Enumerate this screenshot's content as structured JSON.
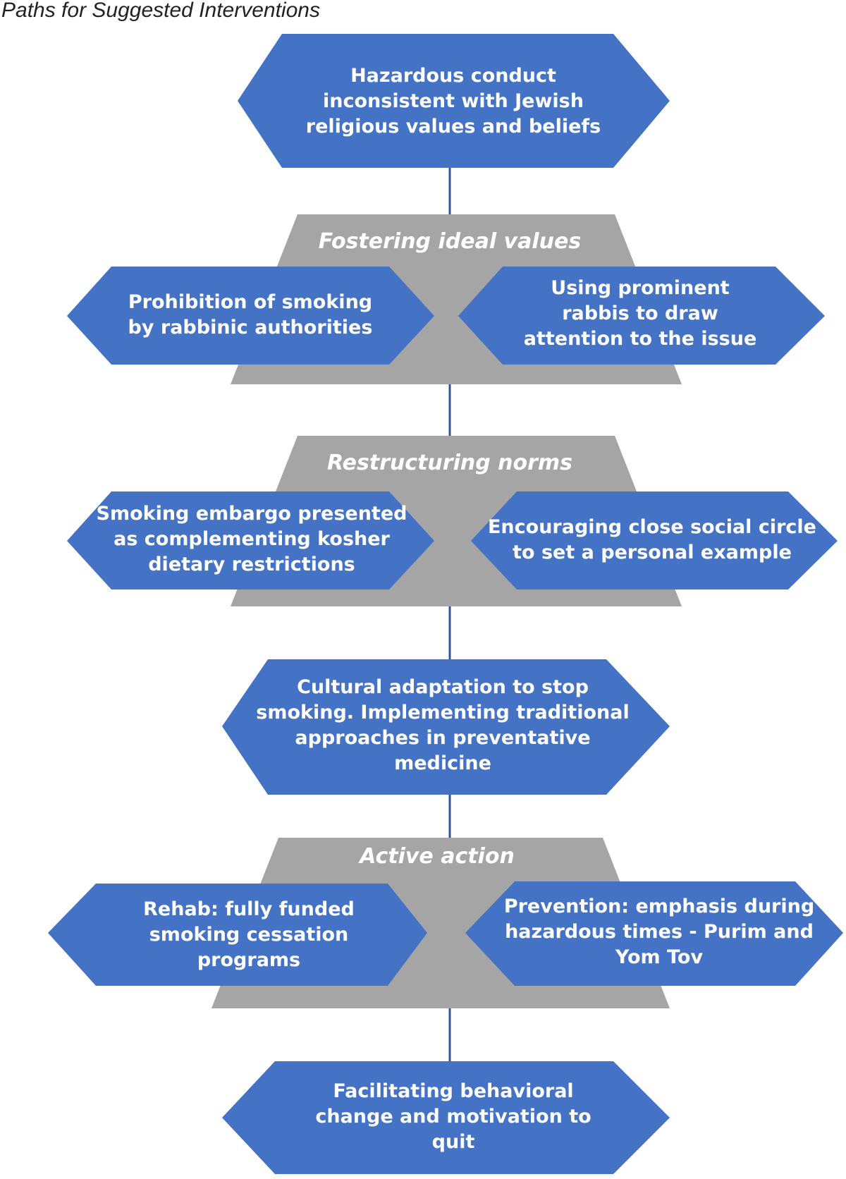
{
  "caption": "Paths for Suggested Interventions",
  "colors": {
    "node_fill": "#4472C4",
    "band_fill": "#A5A5A5",
    "connector": "#2F5597",
    "text": "#FFFFFF"
  },
  "top_node": {
    "lines": [
      "Hazardous conduct",
      "inconsistent with Jewish",
      "religious values and beliefs"
    ]
  },
  "stage_fostering": {
    "label": "Fostering  ideal values",
    "left": {
      "lines": [
        "Prohibition of smoking",
        "by rabbinic authorities"
      ]
    },
    "right": {
      "lines": [
        "Using prominent",
        "rabbis to draw",
        "attention to the issue"
      ]
    }
  },
  "stage_restructuring": {
    "label": "Restructuring  norms",
    "left": {
      "lines": [
        "Smoking embargo presented",
        "as complementing kosher",
        "dietary restrictions"
      ]
    },
    "right": {
      "lines": [
        "Encouraging close social circle",
        "to set a personal example"
      ]
    }
  },
  "middle_node": {
    "lines": [
      "Cultural adaptation to stop",
      "smoking. Implementing traditional",
      "approaches in preventative",
      "medicine"
    ]
  },
  "stage_active": {
    "label": "Active action",
    "left": {
      "lines": [
        "Rehab: fully funded",
        "smoking cessation",
        "programs"
      ]
    },
    "right": {
      "lines": [
        "Prevention: emphasis during",
        "hazardous times - Purim and",
        "Yom Tov"
      ]
    }
  },
  "bottom_node": {
    "lines": [
      "Facilitating behavioral",
      "change and motivation to",
      "quit"
    ]
  }
}
